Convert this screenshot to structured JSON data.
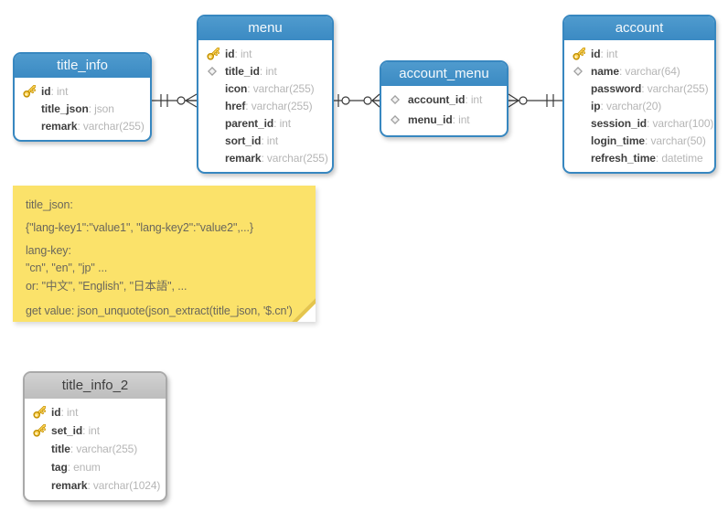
{
  "colors": {
    "table_header_blue": "#3e8dc5",
    "table_border_blue": "#3787c0",
    "table_header_gray": "#c4c4c4",
    "field_name_color": "#3f3f3f",
    "field_type_color": "#b5b5b5",
    "note_background": "#fbe26a",
    "note_text": "#6a675c",
    "connector_color": "#3a3a3a",
    "key_icon_color": "#ffd65c",
    "diamond_icon_color": "#e3e3e3"
  },
  "tables": {
    "title_info": {
      "title": "title_info",
      "fields": [
        {
          "name": "id",
          "type": "int",
          "icon": "key-icon"
        },
        {
          "name": "title_json",
          "type": "json",
          "icon": "none"
        },
        {
          "name": "remark",
          "type": "varchar(255)",
          "icon": "none"
        }
      ]
    },
    "menu": {
      "title": "menu",
      "fields": [
        {
          "name": "id",
          "type": "int",
          "icon": "key-icon"
        },
        {
          "name": "title_id",
          "type": "int",
          "icon": "diamond-icon"
        },
        {
          "name": "icon",
          "type": "varchar(255)",
          "icon": "none"
        },
        {
          "name": "href",
          "type": "varchar(255)",
          "icon": "none"
        },
        {
          "name": "parent_id",
          "type": "int",
          "icon": "none"
        },
        {
          "name": "sort_id",
          "type": "int",
          "icon": "none"
        },
        {
          "name": "remark",
          "type": "varchar(255)",
          "icon": "none"
        }
      ]
    },
    "account_menu": {
      "title": "account_menu",
      "fields": [
        {
          "name": "account_id",
          "type": "int",
          "icon": "diamond-icon"
        },
        {
          "name": "menu_id",
          "type": "int",
          "icon": "diamond-icon"
        }
      ]
    },
    "account": {
      "title": "account",
      "fields": [
        {
          "name": "id",
          "type": "int",
          "icon": "key-icon"
        },
        {
          "name": "name",
          "type": "varchar(64)",
          "icon": "diamond-icon"
        },
        {
          "name": "password",
          "type": "varchar(255)",
          "icon": "none"
        },
        {
          "name": "ip",
          "type": "varchar(20)",
          "icon": "none"
        },
        {
          "name": "session_id",
          "type": "varchar(100)",
          "icon": "none"
        },
        {
          "name": "login_time",
          "type": "varchar(50)",
          "icon": "none"
        },
        {
          "name": "refresh_time",
          "type": "datetime",
          "icon": "none"
        }
      ]
    },
    "title_info_2": {
      "title": "title_info_2",
      "fields": [
        {
          "name": "id",
          "type": "int",
          "icon": "key-icon"
        },
        {
          "name": "set_id",
          "type": "int",
          "icon": "key-icon"
        },
        {
          "name": "title",
          "type": "varchar(255)",
          "icon": "none"
        },
        {
          "name": "tag",
          "type": "enum",
          "icon": "none"
        },
        {
          "name": "remark",
          "type": "varchar(1024)",
          "icon": "none"
        }
      ]
    }
  },
  "relationships": [
    {
      "from": "title_info",
      "from_marker": "one-and-only-one",
      "to": "menu",
      "to_marker": "zero-or-many"
    },
    {
      "from": "menu",
      "from_marker": "zero-or-one",
      "to": "account_menu",
      "to_marker": "zero-or-many"
    },
    {
      "from": "account_menu",
      "from_marker": "zero-or-many",
      "to": "account",
      "to_marker": "one-and-only-one"
    }
  ],
  "note": {
    "lines": [
      "title_json:",
      "{\"lang-key1\":\"value1\", \"lang-key2\":\"value2\",...}",
      "lang-key:",
      "\"cn\", \"en\", \"jp\" ...",
      "or: \"中文\", \"English\", \"日本語\", ...",
      "get value: json_unquote(json_extract(title_json, '$.cn')"
    ]
  }
}
